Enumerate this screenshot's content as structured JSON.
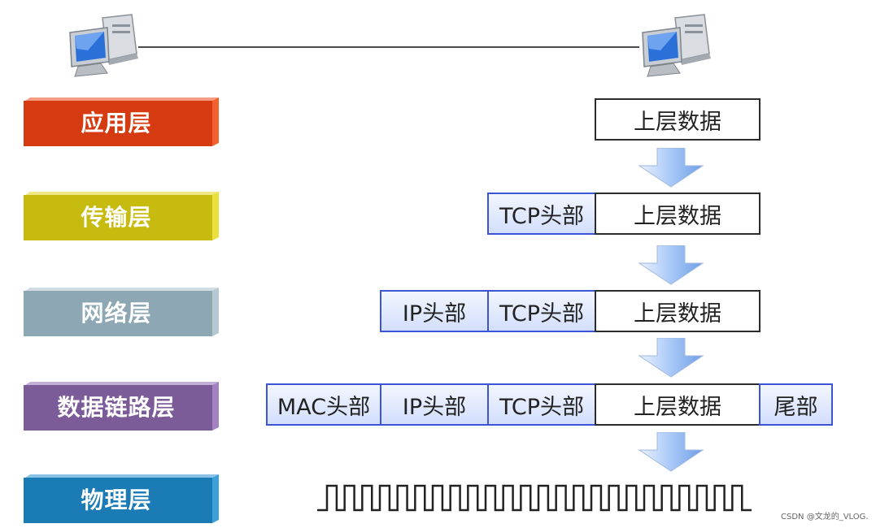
{
  "layers": [
    {
      "key": "application",
      "label": "应用层",
      "color": "#d63a10"
    },
    {
      "key": "transport",
      "label": "传输层",
      "color": "#c8bb10"
    },
    {
      "key": "network",
      "label": "网络层",
      "color": "#8ea7b4"
    },
    {
      "key": "datalink",
      "label": "数据链路层",
      "color": "#7c5b99"
    },
    {
      "key": "physical",
      "label": "物理层",
      "color": "#1a7bb5"
    }
  ],
  "cells": {
    "upper_data": "上层数据",
    "tcp_header": "TCP头部",
    "ip_header": "IP头部",
    "mac_header": "MAC头部",
    "trailer": "尾部"
  },
  "watermark": "CSDN @文龙的_VLOG."
}
